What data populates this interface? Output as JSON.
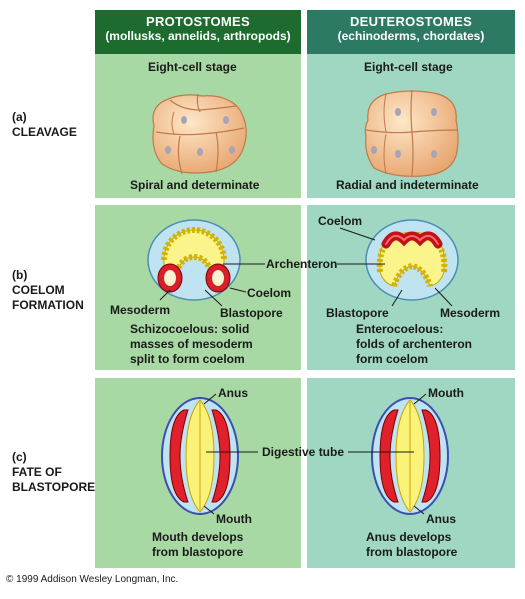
{
  "header": {
    "left": {
      "title": "PROTOSTOMES",
      "subtitle": "(mollusks, annelids, arthropods)",
      "color": "#1d6b2e"
    },
    "right": {
      "title": "DEUTEROSTOMES",
      "subtitle": "(echinoderms, chordates)",
      "color": "#2c7a64"
    }
  },
  "colors": {
    "left_panel": "#a8d9a4",
    "right_panel": "#9fd7c2"
  },
  "rows": {
    "a": {
      "letter": "(a)",
      "label": "CLEAVAGE"
    },
    "b": {
      "letter": "(b)",
      "label1": "COELOM",
      "label2": "FORMATION"
    },
    "c": {
      "letter": "(c)",
      "label1": "FATE OF",
      "label2": "BLASTOPORE"
    }
  },
  "cleavage": {
    "left_top": "Eight-cell stage",
    "right_top": "Eight-cell stage",
    "left_bottom": "Spiral and determinate",
    "right_bottom": "Radial and indeterminate"
  },
  "coelom": {
    "archenteron": "Archenteron",
    "left_coelom": "Coelom",
    "left_mesoderm": "Mesoderm",
    "left_blastopore": "Blastopore",
    "right_coelom": "Coelom",
    "right_blastopore": "Blastopore",
    "right_mesoderm": "Mesoderm",
    "left_caption": [
      "Schizocoelous: solid",
      "masses of mesoderm",
      "split to form coelom"
    ],
    "right_caption": [
      "Enterocoelous:",
      "folds of archenteron",
      "form coelom"
    ]
  },
  "blastopore": {
    "left_top": "Anus",
    "left_bottom": "Mouth",
    "right_top": "Mouth",
    "right_bottom": "Anus",
    "digestive": "Digestive tube",
    "left_caption": [
      "Mouth develops",
      "from blastopore"
    ],
    "right_caption": [
      "Anus develops",
      "from blastopore"
    ]
  },
  "copyright": "© 1999 Addison Wesley Longman, Inc."
}
